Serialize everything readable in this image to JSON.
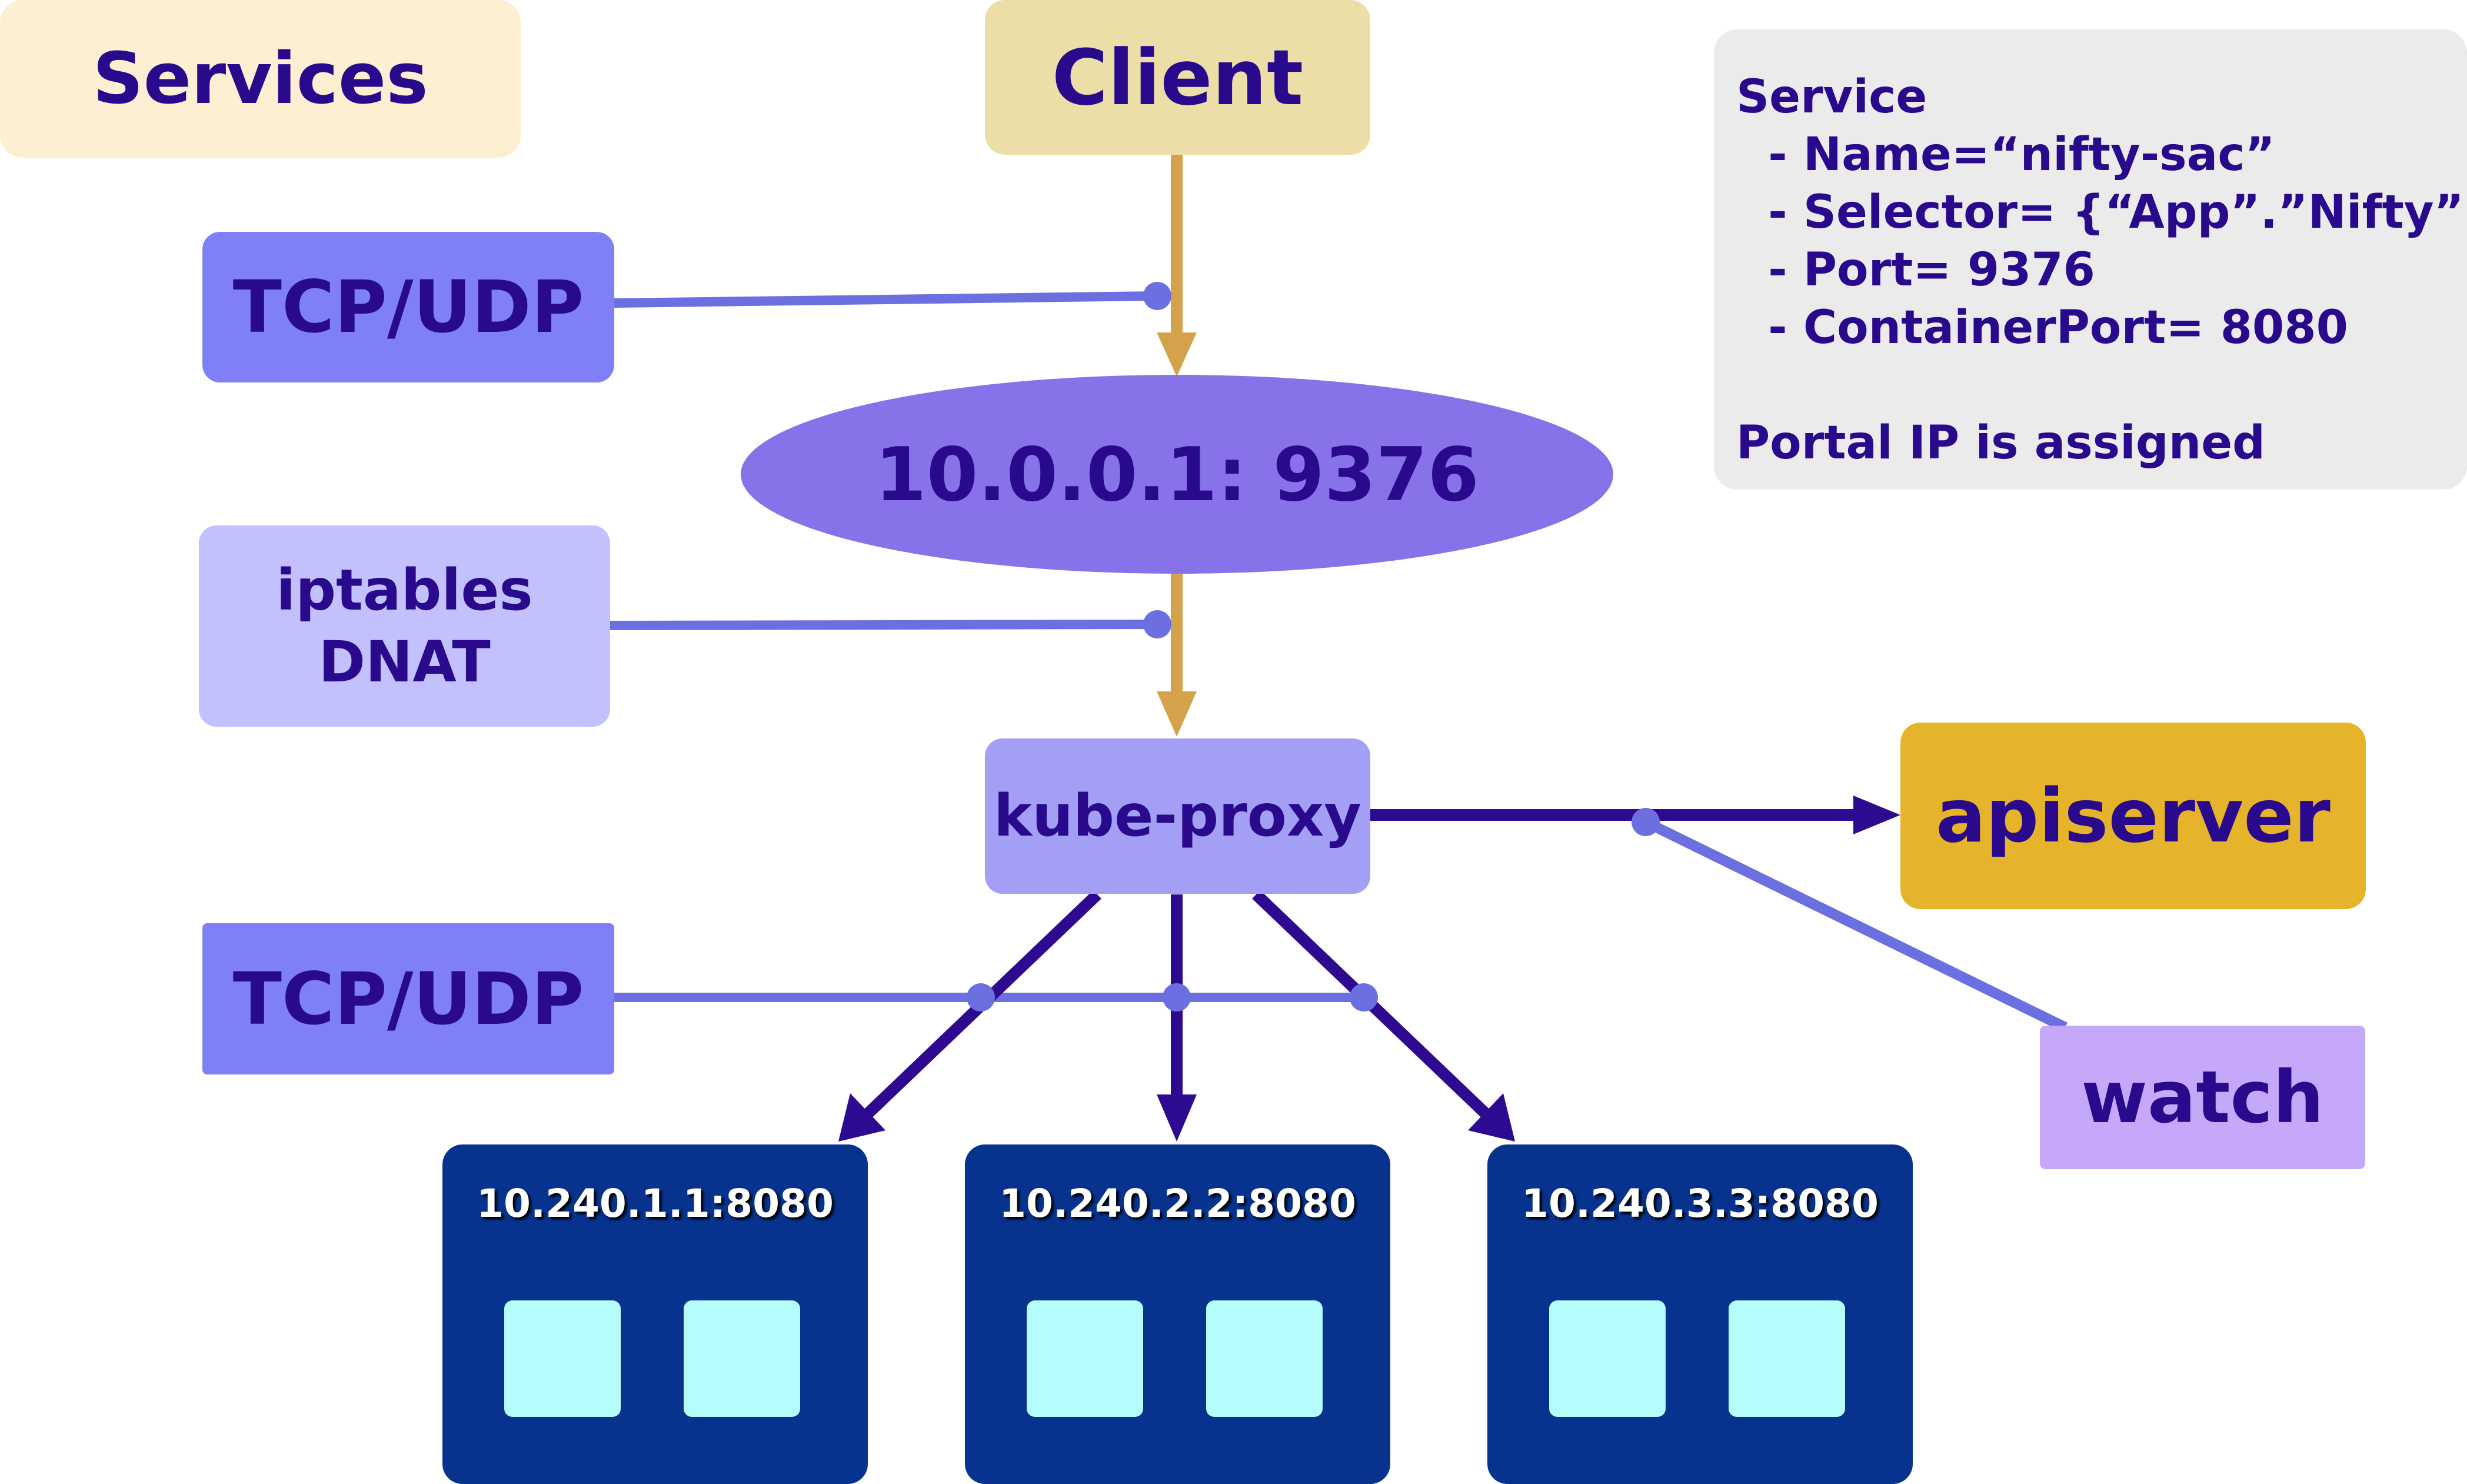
{
  "labels": {
    "services": "Services",
    "client": "Client",
    "tcp_udp_top": "TCP/UDP",
    "tcp_udp_bottom": "TCP/UDP",
    "iptables_line1": "iptables",
    "iptables_line2": "DNAT",
    "portal_ip": "10.0.0.1: 9376",
    "kube_proxy": "kube-proxy",
    "apiserver": "apiserver",
    "watch": "watch"
  },
  "service_info": {
    "lines": [
      "Service",
      "  - Name=“nifty-sac”",
      "  - Selector= {“App”.”Nifty”}",
      "  - Port= 9376",
      "  - ContainerPort= 8080",
      "",
      "Portal IP is assigned"
    ]
  },
  "pods": [
    {
      "address": "10.240.1.1:8080"
    },
    {
      "address": "10.240.2.2:8080"
    },
    {
      "address": "10.240.3.3:8080"
    }
  ],
  "colors": {
    "client_arrow": "#d4a24a",
    "proxy_arrow": "#2e0a90",
    "connector": "#6b6fe0"
  }
}
